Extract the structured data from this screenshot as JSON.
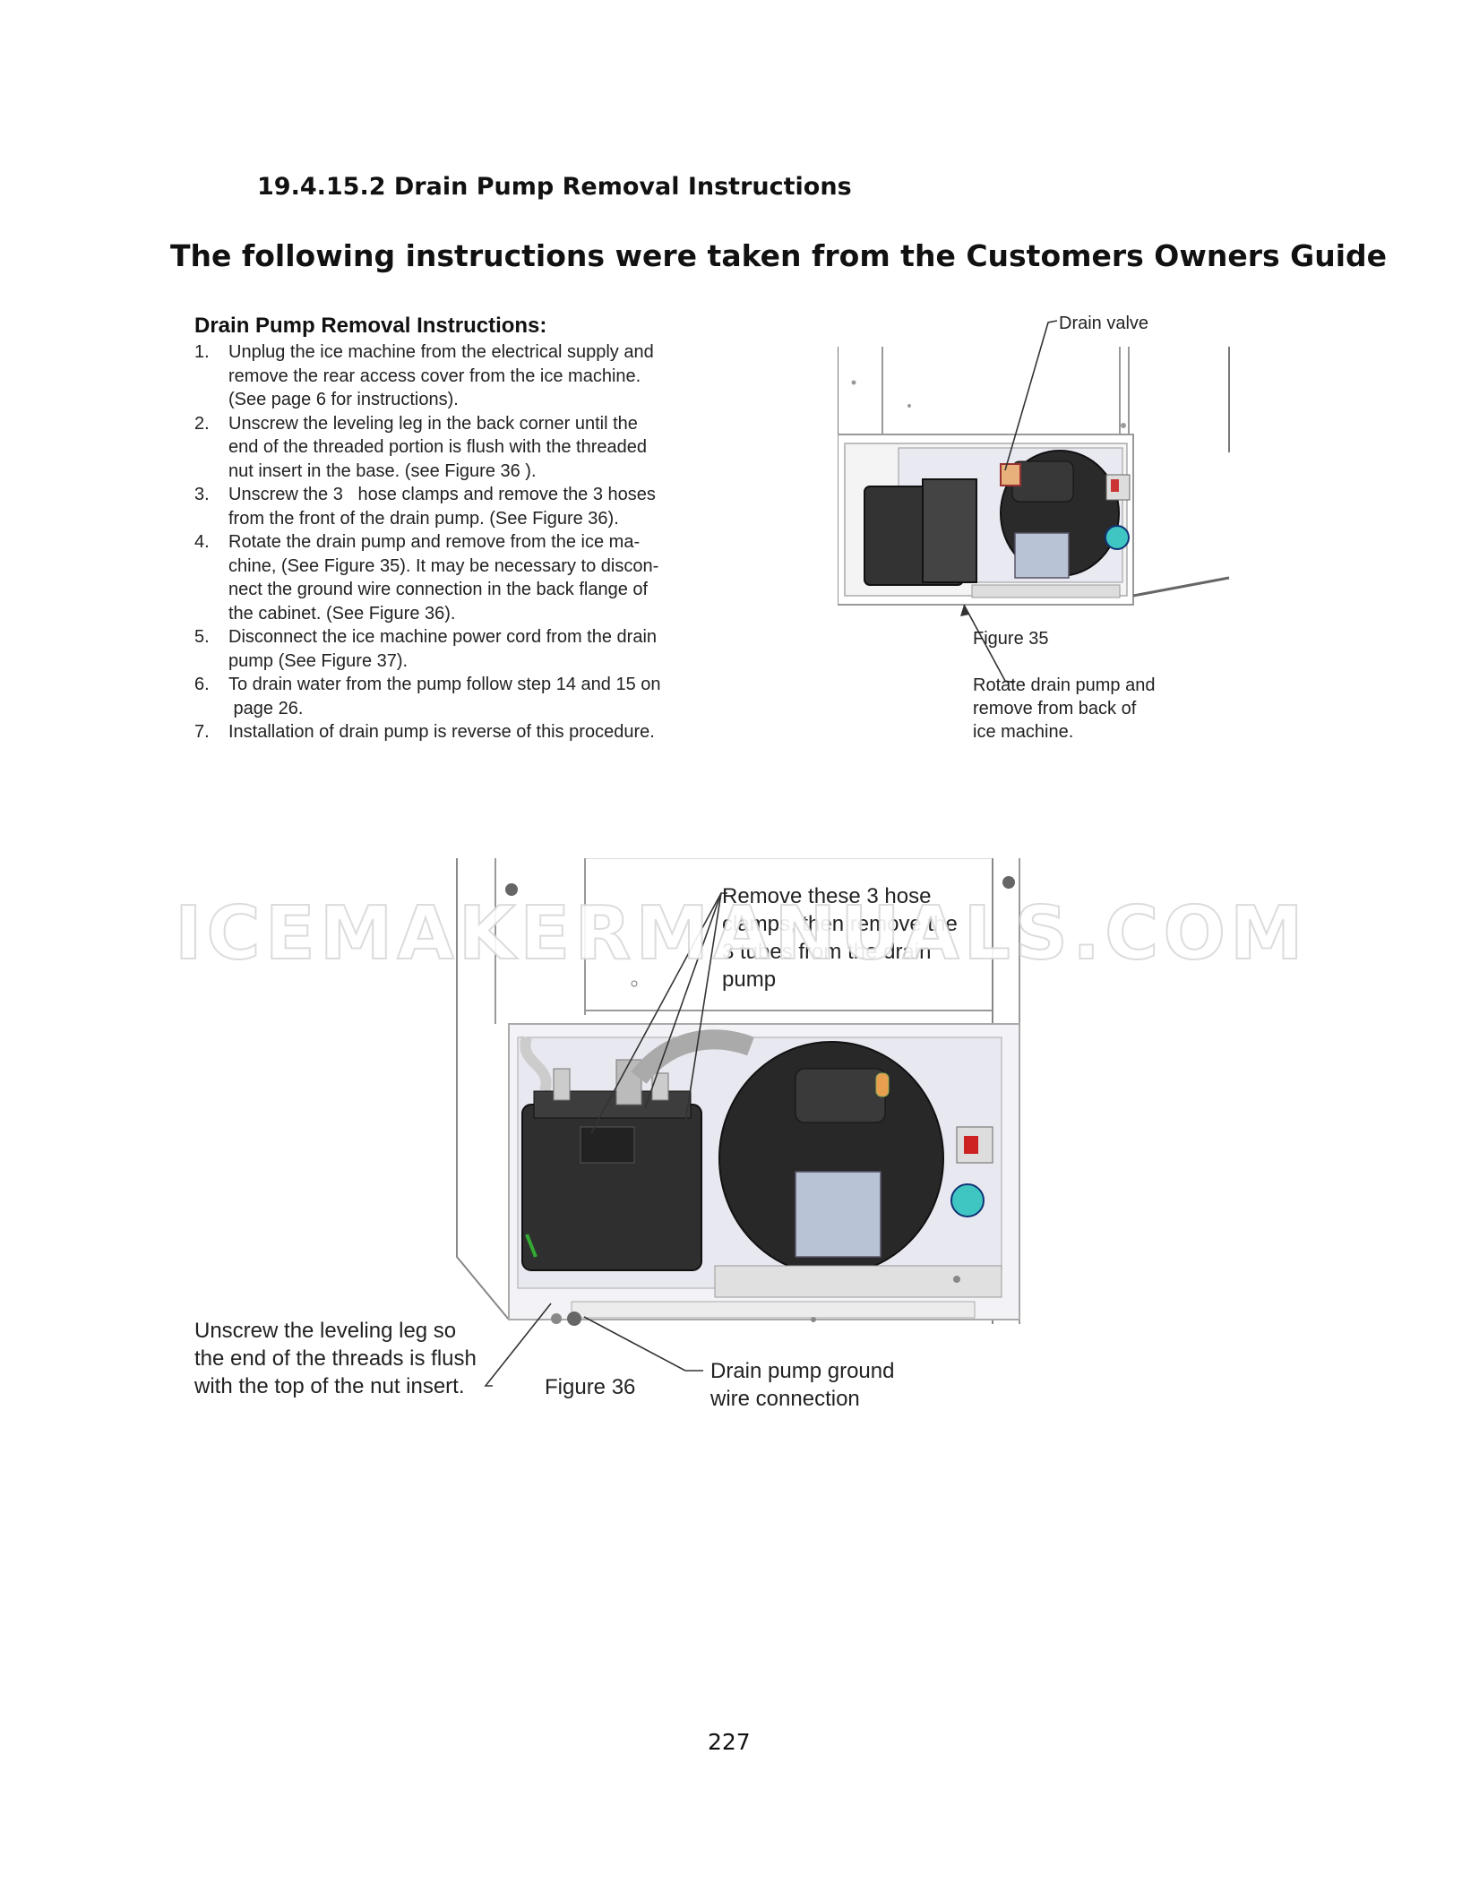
{
  "section_heading": "19.4.15.2 Drain Pump Removal Instructions",
  "intro_heading": "The following instructions were taken from the Customers Owners Guide",
  "instructions": {
    "title": "Drain Pump Removal Instructions:",
    "steps": [
      {
        "num": "1.",
        "lines": [
          "Unplug the ice machine from the electrical supply and",
          "remove the rear access cover from the ice machine.",
          "(See page 6 for instructions)."
        ]
      },
      {
        "num": "2.",
        "lines": [
          "Unscrew the leveling leg in the back corner until the",
          "end of the threaded portion is flush with the threaded",
          "nut insert in the base. (see Figure 36 )."
        ]
      },
      {
        "num": "3.",
        "lines": [
          "Unscrew the 3   hose clamps and remove the 3 hoses",
          "from the front of the drain pump. (See Figure 36)."
        ]
      },
      {
        "num": "4.",
        "lines": [
          "Rotate the drain pump and remove from the ice ma-",
          "chine, (See Figure 35). It may be necessary to discon-",
          "nect the ground wire connection in the back flange of",
          "the cabinet. (See Figure 36)."
        ]
      },
      {
        "num": "5.",
        "lines": [
          "Disconnect the ice machine power cord from the drain",
          "pump (See Figure 37)."
        ]
      },
      {
        "num": "6.",
        "lines": [
          "To drain water from the pump follow step 14 and 15 on",
          " page 26."
        ]
      },
      {
        "num": "7.",
        "lines": [
          "Installation of drain pump is reverse of this procedure."
        ]
      }
    ]
  },
  "figure35": {
    "caption": "Figure 35",
    "callout_drain_valve": "Drain valve",
    "callout_rotate": [
      "Rotate drain pump and",
      "remove from back of",
      "ice machine."
    ]
  },
  "figure36": {
    "caption": "Figure 36",
    "callout_hose_clamps": [
      "Remove these 3 hose",
      "clamps, then remove the",
      "3 tubes from the drain",
      "pump"
    ],
    "callout_leveling_leg": [
      "Unscrew the leveling leg so",
      "the end of the threads is flush",
      "with the top of the nut insert."
    ],
    "callout_ground": [
      "Drain pump ground",
      "wire connection"
    ]
  },
  "watermark": "ICEMAKERMANUALS.COM",
  "page_number": "227"
}
